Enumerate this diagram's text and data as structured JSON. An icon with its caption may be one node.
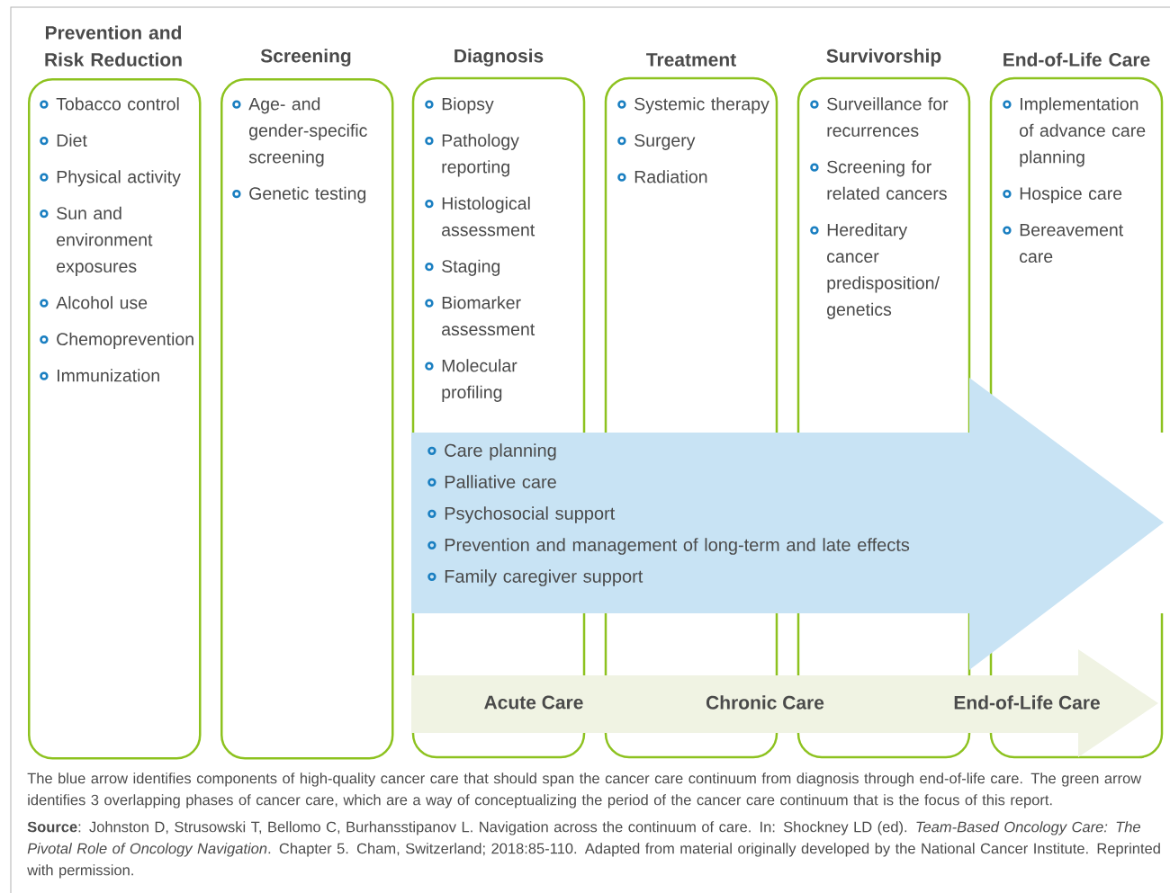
{
  "diagram": {
    "caption": "The blue arrow identifies components of high-quality cancer care that should span the cancer care continuum from diagnosis through end-of-life care. The green arrow identifies 3 overlapping phases of cancer care, which are a way of conceptualizing the period of the cancer care continuum that is the focus of this report.",
    "nodes": [
      {
        "text": [
          "Prevention and Risk Reduction",
          "Tobacco control",
          "Diet",
          "Physical activity",
          "Sun and environment exposures",
          "Alcohol use",
          "Chemoprevention",
          "Immunization"
        ]
      },
      {
        "text": [
          "Screening",
          "Age- and gender-specific screening",
          "Genetic testing"
        ]
      },
      {
        "text": [
          "Diagnosis",
          "Biopsy",
          "Pathology reporting",
          "Histological assessment",
          "Staging",
          "Biomarker assessment",
          "Molecular profiling"
        ]
      },
      {
        "text": [
          "Treatment",
          "Systemic therapy",
          "Surgery",
          "Radiation"
        ]
      },
      {
        "text": [
          "Survivorship",
          "Surveillance for recurrences",
          "Screening for related cancers",
          "Hereditary cancer predisposition/ genetics"
        ]
      },
      {
        "text": [
          "End-of-Life Care",
          "Implementation of advance care planning",
          "Hospice care",
          "Bereavement care"
        ]
      },
      {
        "text": [
          "Care planning",
          "Palliative care",
          "Psychosocial support",
          "Prevention and management of long-term and late effects",
          "Family caregiver support"
        ]
      },
      {
        "text": [
          "Acute Care",
          "Chronic Care",
          "End-of-Life Care"
        ]
      }
    ],
    "labels": [
      "**Source**: Johnston D, Strusowski T, Bellomo C, Burhansstipanov L. Navigation across the continuum of care. In: Shockney LD (ed). *Team-Based Oncology Care: The Pivotal Role of Oncology Navigation*. Chapter 5. Cham, Switzerland; 2018:85-110. Adapted from material originally developed by the National Cancer Institute. Reprinted with permission."
    ]
  }
}
